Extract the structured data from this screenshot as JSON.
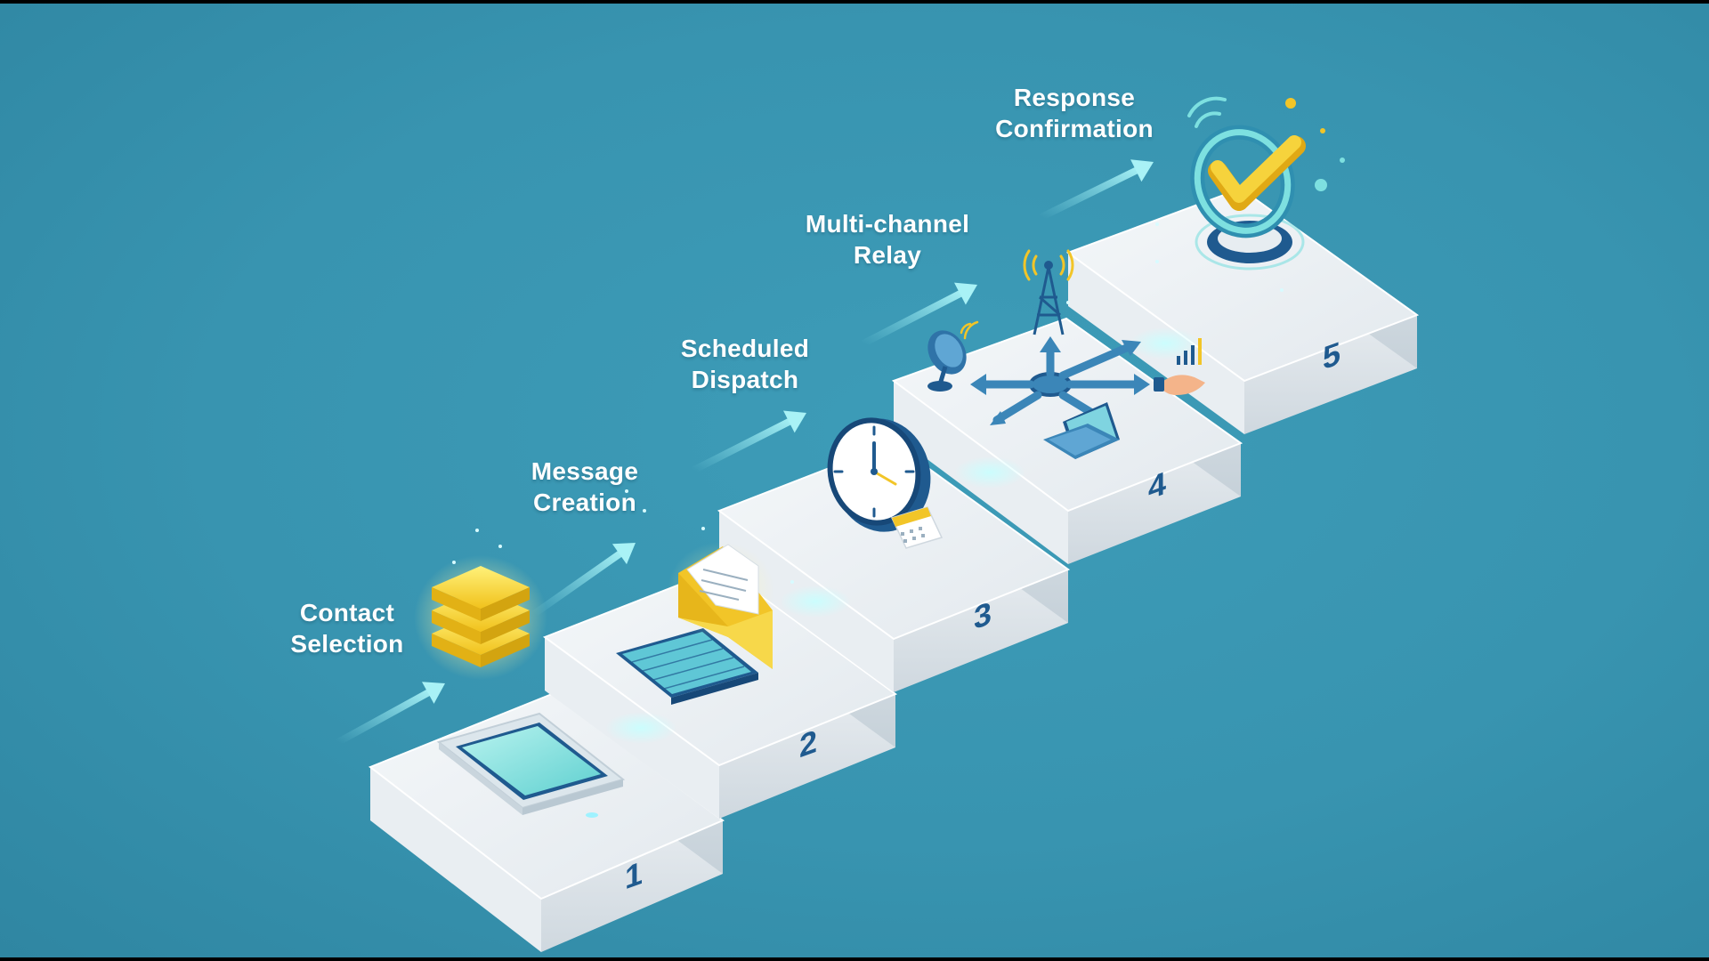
{
  "steps": [
    {
      "number": "1",
      "title_line1": "Contact",
      "title_line2": "Selection",
      "icon": "smartphone-icon"
    },
    {
      "number": "2",
      "title_line1": "Message",
      "title_line2": "Creation",
      "icon": "envelope-keyboard-icon"
    },
    {
      "number": "3",
      "title_line1": "Scheduled",
      "title_line2": "Dispatch",
      "icon": "clock-calendar-icon"
    },
    {
      "number": "4",
      "title_line1": "Multi-channel",
      "title_line2": "Relay",
      "icon": "network-hub-icon"
    },
    {
      "number": "5",
      "title_line1": "Response",
      "title_line2": "Confirmation",
      "icon": "checkmark-icon"
    }
  ],
  "colors": {
    "background": "#3894b0",
    "platform_top": "#eef2f5",
    "platform_side": "#d5dde4",
    "navy": "#1f5a8f",
    "accent_yellow": "#f6d33c",
    "accent_teal": "#7de0e0",
    "arrow": "#8fe8f0"
  }
}
